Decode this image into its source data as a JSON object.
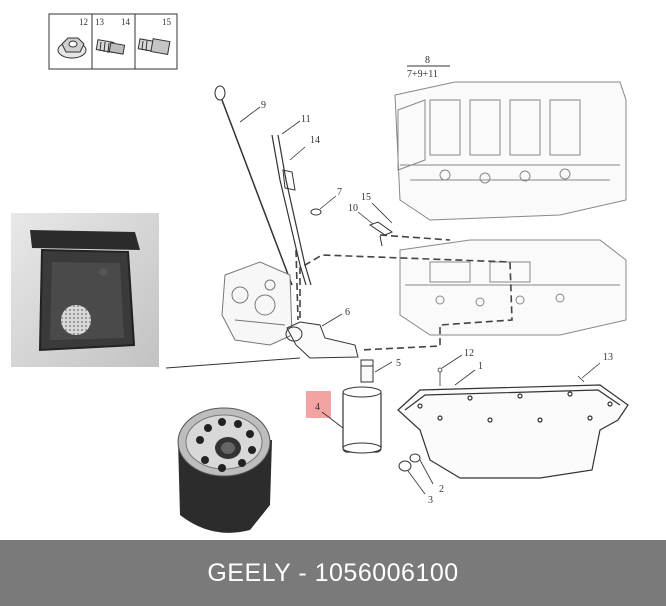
{
  "fastener_box": {
    "labels": [
      "12",
      "13",
      "14",
      "15"
    ],
    "icons": [
      "flange-nut-icon",
      "flange-bolt-icon",
      "hex-socket-bolt-icon"
    ]
  },
  "engine_block_label": {
    "number": "8",
    "formula": "7+9+11"
  },
  "callouts": [
    "1",
    "2",
    "3",
    "4",
    "5",
    "6",
    "7",
    "9",
    "10",
    "11",
    "12",
    "13",
    "14",
    "15"
  ],
  "highlight_color": "#f4a3a3",
  "banner": {
    "text": "GEELY - 1056006100",
    "background": "#7a7a7a"
  }
}
